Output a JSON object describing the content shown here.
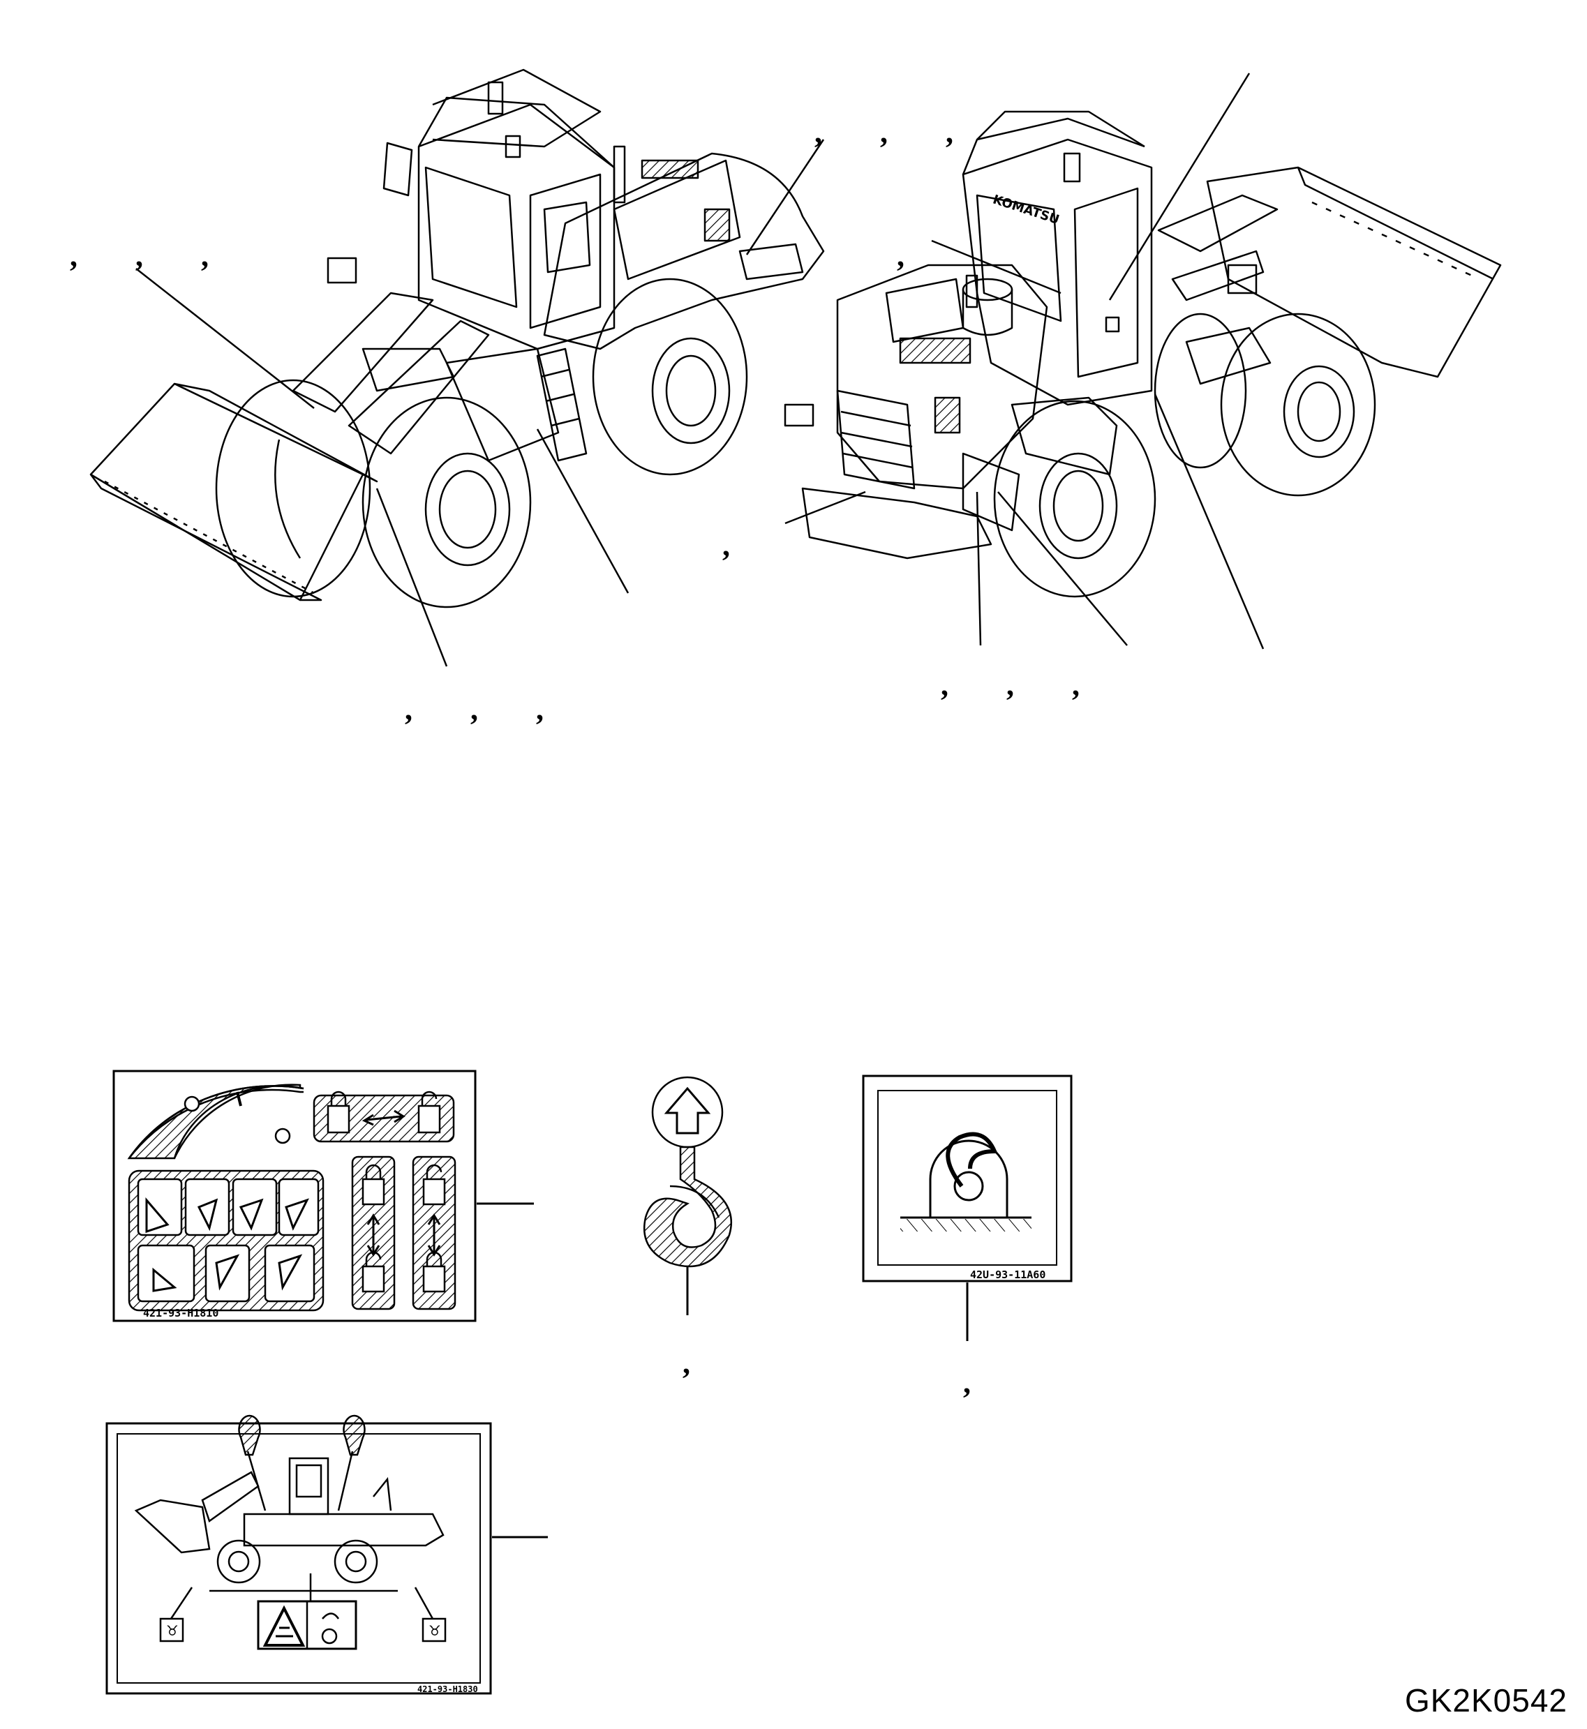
{
  "document_id": "GK2K0542",
  "callout_marks": {
    "left_loader_upper_left": ", , ,",
    "left_loader_cab": ", , ,",
    "left_loader_bottom": ", , ,",
    "right_loader_cab": ",",
    "right_loader_front": ",",
    "right_loader_bottom": ", , ,",
    "hook_decal": ",",
    "tie_down_decal": ","
  },
  "decals": {
    "control_lock_decal": {
      "part_number": "421-93-H1810"
    },
    "tie_down_decal": {
      "part_number": "42U-93-11A60"
    },
    "lifting_diagram_decal": {
      "part_number": "421-93-H1830"
    }
  },
  "brand_on_machine": "KOMATSU",
  "colors": {
    "line": "#000000",
    "background": "#ffffff"
  }
}
